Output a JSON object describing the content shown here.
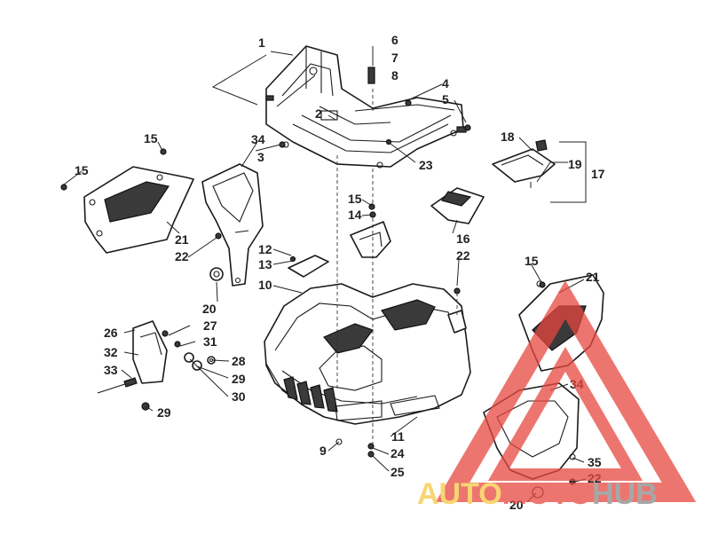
{
  "callouts": [
    {
      "id": "c1",
      "text": "1"
    },
    {
      "id": "c2",
      "text": "2"
    },
    {
      "id": "c3",
      "text": "3"
    },
    {
      "id": "c4",
      "text": "4"
    },
    {
      "id": "c5",
      "text": "5"
    },
    {
      "id": "c6",
      "text": "6"
    },
    {
      "id": "c7",
      "text": "7"
    },
    {
      "id": "c8",
      "text": "8"
    },
    {
      "id": "c9",
      "text": "9"
    },
    {
      "id": "c10",
      "text": "10"
    },
    {
      "id": "c11",
      "text": "11"
    },
    {
      "id": "c12",
      "text": "12"
    },
    {
      "id": "c13",
      "text": "13"
    },
    {
      "id": "c14",
      "text": "14"
    },
    {
      "id": "c15a",
      "text": "15"
    },
    {
      "id": "c15b",
      "text": "15"
    },
    {
      "id": "c15c",
      "text": "15"
    },
    {
      "id": "c15d",
      "text": "15"
    },
    {
      "id": "c16",
      "text": "16"
    },
    {
      "id": "c17",
      "text": "17"
    },
    {
      "id": "c18",
      "text": "18"
    },
    {
      "id": "c19",
      "text": "19"
    },
    {
      "id": "c20a",
      "text": "20"
    },
    {
      "id": "c20b",
      "text": "20"
    },
    {
      "id": "c21a",
      "text": "21"
    },
    {
      "id": "c21b",
      "text": "21"
    },
    {
      "id": "c22a",
      "text": "22"
    },
    {
      "id": "c22b",
      "text": "22"
    },
    {
      "id": "c22c",
      "text": "22"
    },
    {
      "id": "c23",
      "text": "23"
    },
    {
      "id": "c24",
      "text": "24"
    },
    {
      "id": "c25",
      "text": "25"
    },
    {
      "id": "c26",
      "text": "26"
    },
    {
      "id": "c27",
      "text": "27"
    },
    {
      "id": "c28",
      "text": "28"
    },
    {
      "id": "c29a",
      "text": "29"
    },
    {
      "id": "c29b",
      "text": "29"
    },
    {
      "id": "c30",
      "text": "30"
    },
    {
      "id": "c31",
      "text": "31"
    },
    {
      "id": "c32",
      "text": "32"
    },
    {
      "id": "c33",
      "text": "33"
    },
    {
      "id": "c34a",
      "text": "34"
    },
    {
      "id": "c34b",
      "text": "34"
    },
    {
      "id": "c35",
      "text": "35"
    }
  ],
  "watermark": {
    "part1": "AUTO",
    "part2": "MOTO",
    "part3": "HUB",
    "color_auto": "#f5c842",
    "color_moto": "#e8473f",
    "color_hub": "#8a8a8a",
    "triangle_color": "#e8473f"
  }
}
